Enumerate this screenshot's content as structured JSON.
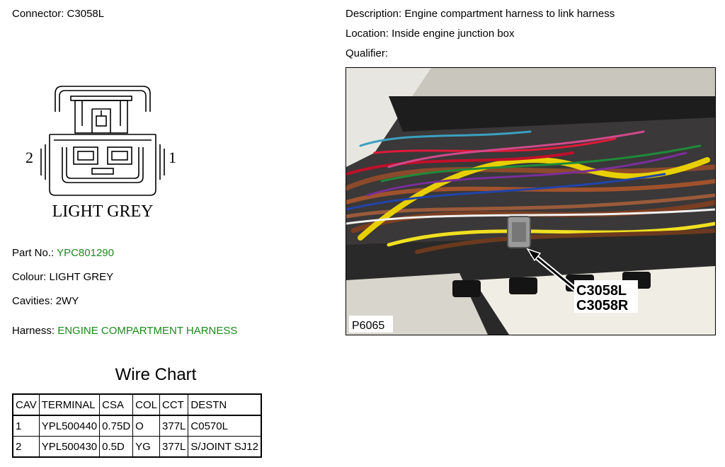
{
  "header": {
    "connector_label": "Connector:",
    "connector_value": "C3058L",
    "description_label": "Description:",
    "description_value": "Engine compartment harness to link harness",
    "location_label": "Location:",
    "location_value": "Inside engine junction box",
    "qualifier_label": "Qualifier:"
  },
  "diagram": {
    "pin_left": "2",
    "pin_right": "1",
    "colour_text": "LIGHT GREY"
  },
  "details": {
    "part_label": "Part No.:",
    "part_value": "YPC801290",
    "colour_label": "Colour:",
    "colour_value": "LIGHT GREY",
    "cavities_label": "Cavities:",
    "cavities_value": "2WY",
    "harness_label": "Harness:",
    "harness_value": "ENGINE COMPARTMENT HARNESS",
    "highlight_color": "#1a8a1a"
  },
  "wire_chart": {
    "title": "Wire Chart",
    "headers": [
      "CAV",
      "TERMINAL",
      "CSA",
      "COL",
      "CCT",
      "DESTN"
    ],
    "rows": [
      [
        "1",
        "YPL500440",
        "0.75D",
        "O",
        "377L",
        "C0570L"
      ],
      [
        "2",
        "YPL500430",
        "0.5D",
        "YG",
        "377L",
        "S/JOINT SJ12"
      ]
    ]
  },
  "photo": {
    "callout_line1": "C3058L",
    "callout_line2": "C3058R",
    "photo_id": "P6065"
  }
}
